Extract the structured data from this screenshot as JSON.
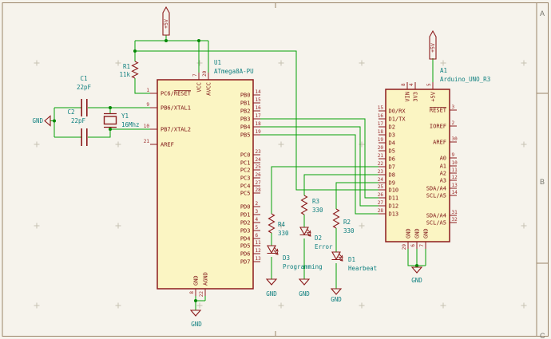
{
  "colors": {
    "wire": "#07A007",
    "component_outline": "#8C1B1C",
    "field_text": "#0E7F7F",
    "pin_number": "#9B2A28",
    "chip_fill": "#FBF5C3",
    "sheet_background": "#F6F3EC",
    "frame_line": "#9A8468"
  },
  "power": {
    "plus5v": "+5V",
    "gnd": "GND"
  },
  "frame": {
    "rows": [
      "A",
      "B",
      "C"
    ]
  },
  "u1": {
    "ref": "U1",
    "value": "ATmega8A-PU",
    "left_pins": [
      {
        "num": "1",
        "name": "PC6/RESET",
        "bar": "RESET"
      },
      {
        "num": "9",
        "name": "PB6/XTAL1"
      },
      {
        "num": "10",
        "name": "PB7/XTAL2"
      },
      {
        "num": "21",
        "name": "AREF"
      }
    ],
    "right_pins": [
      {
        "num": "14",
        "name": "PB0"
      },
      {
        "num": "15",
        "name": "PB1"
      },
      {
        "num": "16",
        "name": "PB2"
      },
      {
        "num": "17",
        "name": "PB3"
      },
      {
        "num": "18",
        "name": "PB4"
      },
      {
        "num": "19",
        "name": "PB5"
      },
      {
        "num": "23",
        "name": "PC0"
      },
      {
        "num": "24",
        "name": "PC1"
      },
      {
        "num": "25",
        "name": "PC2"
      },
      {
        "num": "26",
        "name": "PC3"
      },
      {
        "num": "27",
        "name": "PC4"
      },
      {
        "num": "28",
        "name": "PC5"
      },
      {
        "num": "2",
        "name": "PD0"
      },
      {
        "num": "3",
        "name": "PD1"
      },
      {
        "num": "4",
        "name": "PD2"
      },
      {
        "num": "5",
        "name": "PD3"
      },
      {
        "num": "6",
        "name": "PD4"
      },
      {
        "num": "11",
        "name": "PD5"
      },
      {
        "num": "12",
        "name": "PD6"
      },
      {
        "num": "13",
        "name": "PD7"
      }
    ],
    "top_pins": [
      {
        "num": "7",
        "name": "VCC"
      },
      {
        "num": "20",
        "name": "AVCC"
      }
    ],
    "bottom_pins": [
      {
        "num": "8",
        "name": "GND"
      },
      {
        "num": "22",
        "name": "AGND"
      }
    ]
  },
  "a1": {
    "ref": "A1",
    "value": "Arduino_UNO_R3",
    "left_pins": [
      {
        "num": "15",
        "name": "D0/RX"
      },
      {
        "num": "16",
        "name": "D1/TX"
      },
      {
        "num": "17",
        "name": "D2"
      },
      {
        "num": "18",
        "name": "D3"
      },
      {
        "num": "19",
        "name": "D4"
      },
      {
        "num": "20",
        "name": "D5"
      },
      {
        "num": "21",
        "name": "D6"
      },
      {
        "num": "22",
        "name": "D7"
      },
      {
        "num": "23",
        "name": "D8"
      },
      {
        "num": "24",
        "name": "D9"
      },
      {
        "num": "25",
        "name": "D10"
      },
      {
        "num": "26",
        "name": "D11"
      },
      {
        "num": "27",
        "name": "D12"
      },
      {
        "num": "28",
        "name": "D13"
      }
    ],
    "right_pins": [
      {
        "num": "3",
        "name": "RESET",
        "bar": "RESET"
      },
      {
        "num": "2",
        "name": "IOREF"
      },
      {
        "num": "30",
        "name": "AREF"
      },
      {
        "num": "9",
        "name": "A0"
      },
      {
        "num": "10",
        "name": "A1"
      },
      {
        "num": "11",
        "name": "A2"
      },
      {
        "num": "12",
        "name": "A3"
      },
      {
        "num": "13",
        "name": "SDA/A4"
      },
      {
        "num": "14",
        "name": "SCL/A5"
      },
      {
        "num": "31",
        "name": "SDA/A4"
      },
      {
        "num": "32",
        "name": "SCL/A5"
      }
    ],
    "top_pins": [
      {
        "num": "8",
        "name": "VIN"
      },
      {
        "num": "4",
        "name": "3V3"
      },
      {
        "num": "5",
        "name": "+5V"
      }
    ],
    "bottom_pins": [
      {
        "num": "29",
        "name": "GND"
      },
      {
        "num": "6",
        "name": "GND"
      },
      {
        "num": "7",
        "name": "GND"
      }
    ]
  },
  "parts": {
    "r1": {
      "ref": "R1",
      "value": "11k"
    },
    "r2": {
      "ref": "R2",
      "value": "330"
    },
    "r3": {
      "ref": "R3",
      "value": "330"
    },
    "r4": {
      "ref": "R4",
      "value": "330"
    },
    "c1": {
      "ref": "C1",
      "value": "22pF"
    },
    "c2": {
      "ref": "C2",
      "value": "22pF"
    },
    "y1": {
      "ref": "Y1",
      "value": "16Mhz"
    },
    "d1": {
      "ref": "D1",
      "value": "Hearbeat"
    },
    "d2": {
      "ref": "D2",
      "value": "Error"
    },
    "d3": {
      "ref": "D3",
      "value": "Programming"
    }
  }
}
